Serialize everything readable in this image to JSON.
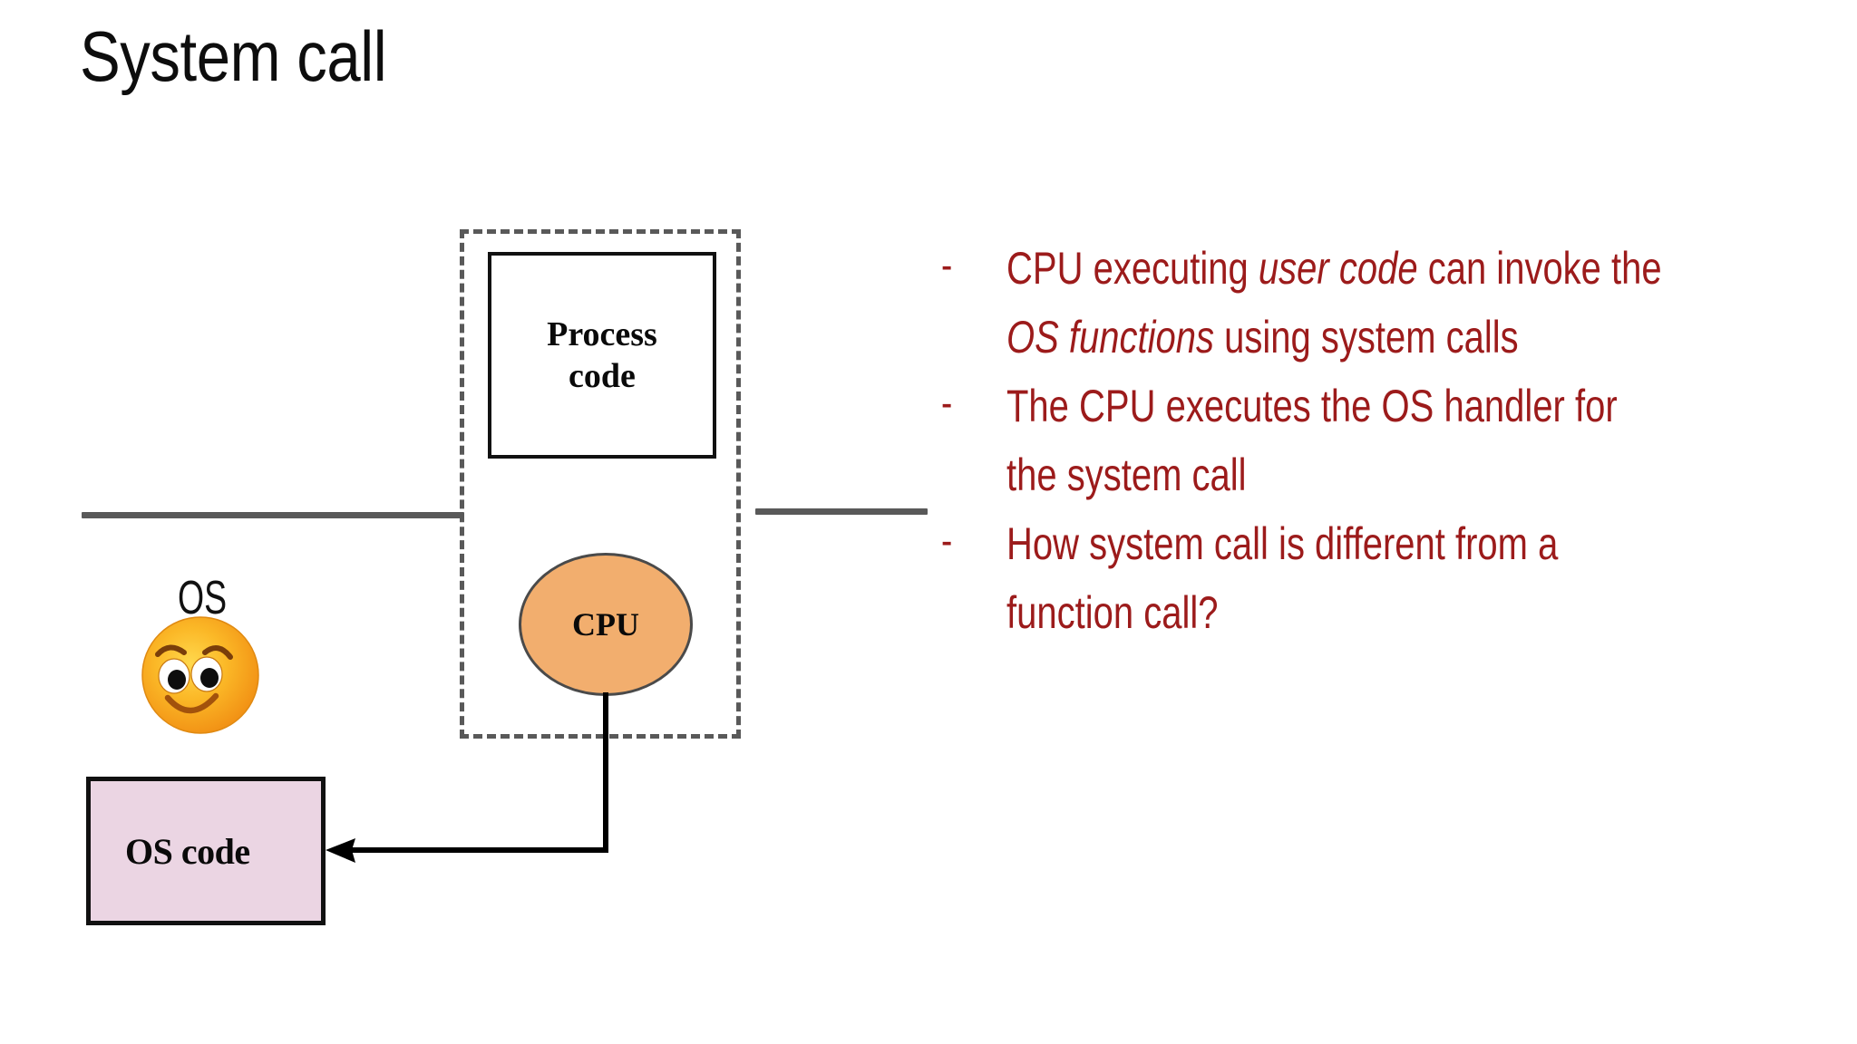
{
  "slide": {
    "title": "System call",
    "background_color": "#FFFFFF",
    "accent_color": "#9C1B1B"
  },
  "diagram": {
    "dashed_container_name": "process boundary",
    "process_box": {
      "label": "Process\ncode",
      "fill_color": "#FFFFFF",
      "border_color": "#111111"
    },
    "cpu": {
      "label": "CPU",
      "fill_color": "#F2AE6E",
      "border_color": "#4A4A4A"
    },
    "os": {
      "label": "OS",
      "emoji_name": "smiling-face-emoji"
    },
    "os_code_box": {
      "label": "OS code",
      "fill_color": "#EBD5E3",
      "border_color": "#111111"
    },
    "divider_lines_color": "#595959",
    "arrow_color": "#000000"
  },
  "bullets": [
    {
      "marker": "-",
      "parts": [
        {
          "text": "CPU executing ",
          "italic": false
        },
        {
          "text": "user code",
          "italic": true
        },
        {
          "text": " can invoke the ",
          "italic": false
        },
        {
          "text": "OS functions",
          "italic": true
        },
        {
          "text": " using system calls",
          "italic": false
        }
      ]
    },
    {
      "marker": "-",
      "parts": [
        {
          "text": "The CPU executes the OS handler for the system call",
          "italic": false
        }
      ]
    },
    {
      "marker": "-",
      "parts": [
        {
          "text": "How system call is different from a function call?",
          "italic": false
        }
      ]
    }
  ]
}
